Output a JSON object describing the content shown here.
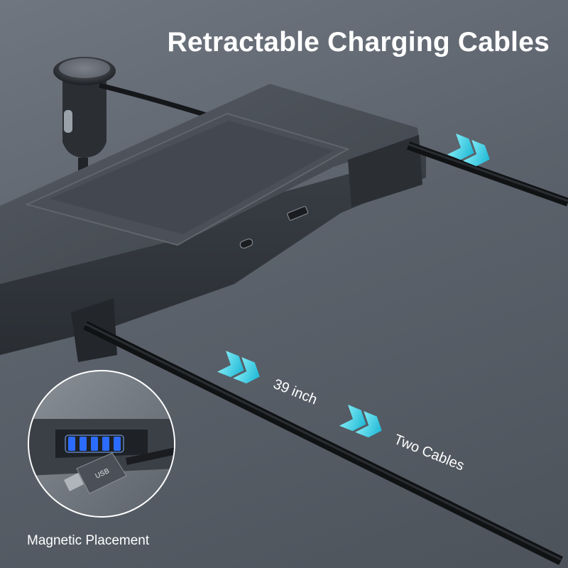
{
  "title": "Retractable Charging Cables",
  "callouts": {
    "length": "39 inch",
    "cables": "Two Cables"
  },
  "inset": {
    "caption": "Magnetic Placement",
    "connector_marking": "USB"
  },
  "colors": {
    "accent_arrow": "#39d6e8",
    "device_body": "#3f444b",
    "background": "#5f666f"
  },
  "icons": [
    "double-chevron-arrow-icon",
    "double-chevron-arrow-icon",
    "double-chevron-arrow-icon"
  ]
}
